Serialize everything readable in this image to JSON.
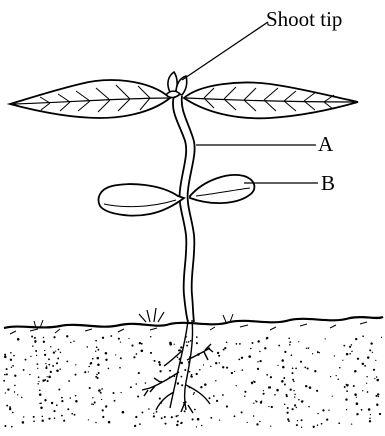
{
  "labels": {
    "shoot_tip": "Shoot tip",
    "a": "A",
    "b": "B"
  },
  "colors": {
    "ink": "#000000",
    "paper": "#ffffff"
  }
}
